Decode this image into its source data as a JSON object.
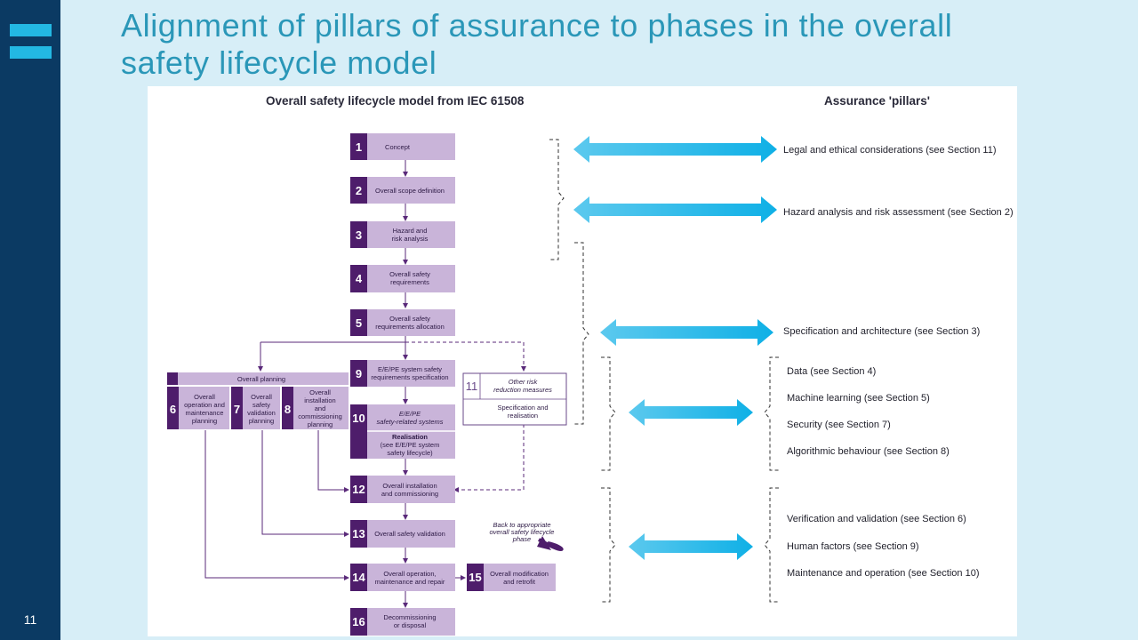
{
  "slide": {
    "title_line1": "Alignment of pillars of assurance to phases in the overall",
    "title_line2": "safety lifecycle model",
    "page_number": "11"
  },
  "diagram": {
    "left_heading": "Overall safety lifecycle model from IEC 61508",
    "right_heading": "Assurance 'pillars'",
    "phases": [
      {
        "num": "1",
        "lines": [
          "Concept"
        ]
      },
      {
        "num": "2",
        "lines": [
          "Overall scope definition"
        ]
      },
      {
        "num": "3",
        "lines": [
          "Hazard and",
          "risk analysis"
        ]
      },
      {
        "num": "4",
        "lines": [
          "Overall safety",
          "requirements"
        ]
      },
      {
        "num": "5",
        "lines": [
          "Overall safety",
          "requirements allocation"
        ]
      },
      {
        "num": "9",
        "lines": [
          "E/E/PE system safety",
          "requirements specification"
        ]
      },
      {
        "num": "10",
        "lines": [
          "E/E/PE",
          "safety-related systems"
        ]
      },
      {
        "num": "12",
        "lines": [
          "Overall installation",
          "and commissioning"
        ]
      },
      {
        "num": "13",
        "lines": [
          "Overall safety validation"
        ]
      },
      {
        "num": "14",
        "lines": [
          "Overall operation,",
          "maintenance and repair"
        ]
      },
      {
        "num": "15",
        "lines": [
          "Overall modification",
          "and retrofit"
        ]
      },
      {
        "num": "16",
        "lines": [
          "Decommissioning",
          "or disposal"
        ]
      }
    ],
    "realisation": [
      "Realisation",
      "(see E/E/PE system",
      "safety lifecycle)"
    ],
    "overall_planning": "Overall planning",
    "planning": [
      {
        "num": "6",
        "lines": [
          "Overall",
          "operation and",
          "maintenance",
          "planning"
        ]
      },
      {
        "num": "7",
        "lines": [
          "Overall",
          "safety",
          "validation",
          "planning"
        ]
      },
      {
        "num": "8",
        "lines": [
          "Overall",
          "installation",
          "and",
          "commissioning",
          "planning"
        ]
      }
    ],
    "other_risk": {
      "num": "11",
      "top_lines": [
        "Other risk",
        "reduction measures"
      ],
      "bottom_lines": [
        "Specification and",
        "realisation"
      ]
    },
    "back_note": [
      "Back to appropriate",
      "overall safety lifecycle",
      "phase"
    ],
    "pillars": [
      "Legal and ethical considerations (see Section 11)",
      "Hazard analysis and risk assessment (see Section 2)",
      "Specification and architecture (see Section 3)",
      "Data (see Section 4)",
      "Machine learning (see Section 5)",
      "Security (see Section 7)",
      "Algorithmic behaviour (see Section 8)",
      "Verification and validation (see Section 6)",
      "Human factors (see Section 9)",
      "Maintenance and operation (see Section 10)"
    ]
  },
  "colors": {
    "sidebar": "#0b3a63",
    "accent": "#23b8e3",
    "title": "#2a97b8",
    "phase_box": "#c9b4d9",
    "phase_number": "#4e1d6b",
    "arrow": "#1cb5e8"
  }
}
